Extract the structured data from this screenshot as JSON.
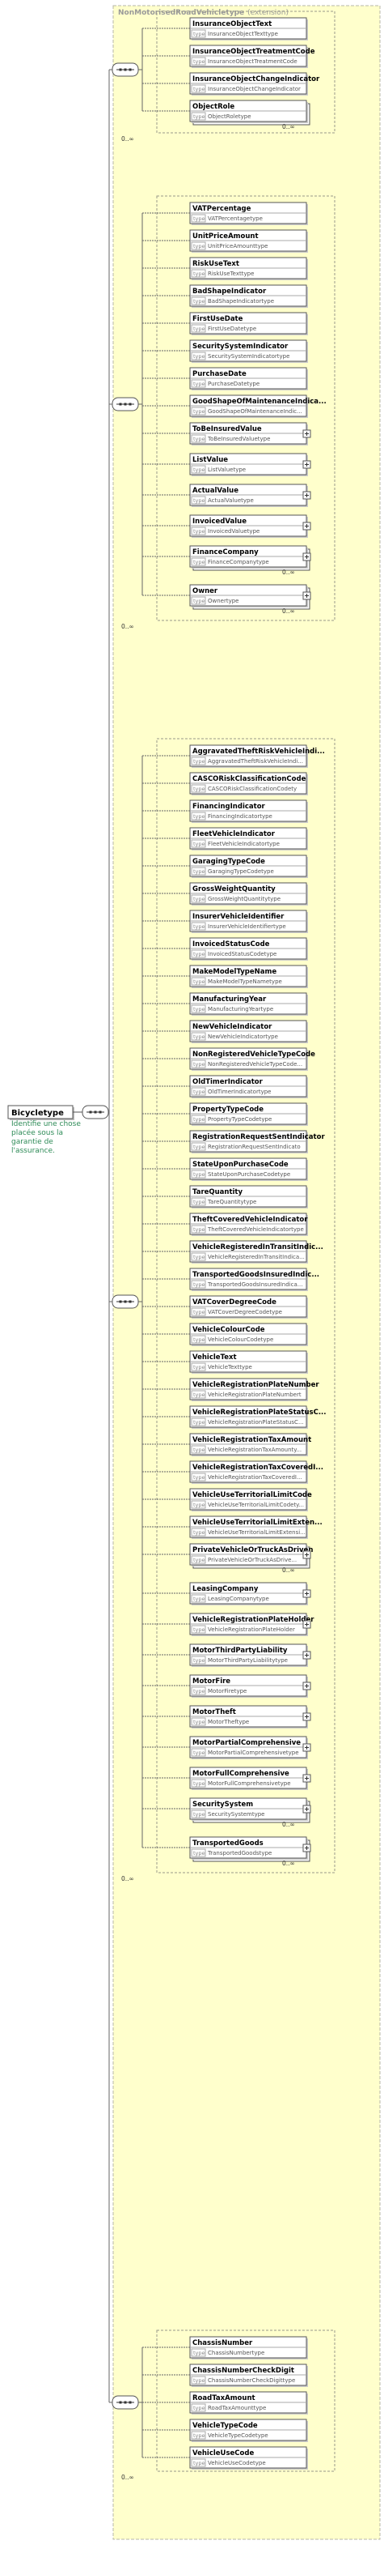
{
  "complex_type": {
    "name": "NonMotorisedRoadVehicletype",
    "suffix": "(extension)"
  },
  "root": {
    "name": "Bicycletype",
    "description": "Identifie une chose placée sous la garantie de l'assurance."
  },
  "type_prefix": "type",
  "cardinality_0_inf": "0..∞",
  "icons": {
    "sequence": "sequence-icon",
    "expand": "expand-plus-icon",
    "attributes": "element-attribute-icon"
  },
  "colors": {
    "group_fill": "#ffffcc",
    "group_border": "#b7b7a7",
    "element_border": "#555555",
    "title_text": "#999999",
    "description_text": "#2e8b57"
  },
  "groups": [
    {
      "elements": [
        {
          "name": "InsuranceObjectText",
          "type": "InsuranceObjectTexttype"
        },
        {
          "name": "InsuranceObjectTreatmentCode",
          "type": "InsuranceObjectTreatmentCode"
        },
        {
          "name": "InsuranceObjectChangeIndicator",
          "type": "InsuranceObjectChangeIndicator"
        },
        {
          "name": "ObjectRole",
          "type": "ObjectRoletype",
          "card": "0..∞"
        }
      ]
    },
    {
      "elements": [
        {
          "name": "VATPercentage",
          "type": "VATPercentagetype"
        },
        {
          "name": "UnitPriceAmount",
          "type": "UnitPriceAmounttype"
        },
        {
          "name": "RiskUseText",
          "type": "RiskUseTexttype"
        },
        {
          "name": "BadShapeIndicator",
          "type": "BadShapeIndicatortype"
        },
        {
          "name": "FirstUseDate",
          "type": "FirstUseDatetype"
        },
        {
          "name": "SecuritySystemIndicator",
          "type": "SecuritySystemIndicatortype"
        },
        {
          "name": "PurchaseDate",
          "type": "PurchaseDatetype"
        },
        {
          "name": "GoodShapeOfMaintenanceIndica...",
          "type": "GoodShapeOfMaintenanceIndic..."
        },
        {
          "name": "ToBeInsuredValue",
          "type": "ToBeInsuredValuetype",
          "plus": true
        },
        {
          "name": "ListValue",
          "type": "ListValuetype",
          "plus": true
        },
        {
          "name": "ActualValue",
          "type": "ActualValuetype",
          "plus": true
        },
        {
          "name": "InvoicedValue",
          "type": "InvoicedValuetype",
          "plus": true
        },
        {
          "name": "FinanceCompany",
          "type": "FinanceCompanytype",
          "plus": true,
          "card": "0..∞"
        },
        {
          "name": "Owner",
          "type": "Ownertype",
          "plus": true,
          "card": "0..∞"
        }
      ]
    },
    {
      "elements": [
        {
          "name": "AggravatedTheftRiskVehicleIndi...",
          "type": "AggravatedTheftRiskVehicleIndi..."
        },
        {
          "name": "CASCORiskClassificationCode",
          "type": "CASCORiskClassificationCodety"
        },
        {
          "name": "FinancingIndicator",
          "type": "FinancingIndicatortype"
        },
        {
          "name": "FleetVehicleIndicator",
          "type": "FleetVehicleIndicatortype"
        },
        {
          "name": "GaragingTypeCode",
          "type": "GaragingTypeCodetype"
        },
        {
          "name": "GrossWeightQuantity",
          "type": "GrossWeightQuantitytype"
        },
        {
          "name": "InsurerVehicleIdentifier",
          "type": "InsurerVehicleIdentifiertype"
        },
        {
          "name": "InvoicedStatusCode",
          "type": "InvoicedStatusCodetype"
        },
        {
          "name": "MakeModelTypeName",
          "type": "MakeModelTypeNametype"
        },
        {
          "name": "ManufacturingYear",
          "type": "ManufacturingYeartype"
        },
        {
          "name": "NewVehicleIndicator",
          "type": "NewVehicleIndicatortype"
        },
        {
          "name": "NonRegisteredVehicleTypeCode",
          "type": "NonRegisteredVehicleTypeCode..."
        },
        {
          "name": "OldTimerIndicator",
          "type": "OldTimerIndicatortype"
        },
        {
          "name": "PropertyTypeCode",
          "type": "PropertyTypeCodetype"
        },
        {
          "name": "RegistrationRequestSentIndicator",
          "type": "RegistrationRequestSentIndicato"
        },
        {
          "name": "StateUponPurchaseCode",
          "type": "StateUponPurchaseCodetype"
        },
        {
          "name": "TareQuantity",
          "type": "TareQuantitytype"
        },
        {
          "name": "TheftCoveredVehicleIndicator",
          "type": "TheftCoveredVehicleIndicatortype"
        },
        {
          "name": "VehicleRegisteredInTransitIndic...",
          "type": "VehicleRegisteredInTransitIndica..."
        },
        {
          "name": "TransportedGoodsInsuredIndic...",
          "type": "TransportedGoodsInsuredIndica..."
        },
        {
          "name": "VATCoverDegreeCode",
          "type": "VATCoverDegreeCodetype"
        },
        {
          "name": "VehicleColourCode",
          "type": "VehicleColourCodetype"
        },
        {
          "name": "VehicleText",
          "type": "VehicleTexttype"
        },
        {
          "name": "VehicleRegistrationPlateNumber",
          "type": "VehicleRegistrationPlateNumbert"
        },
        {
          "name": "VehicleRegistrationPlateStatusC...",
          "type": "VehicleRegistrationPlateStatusC..."
        },
        {
          "name": "VehicleRegistrationTaxAmount",
          "type": "VehicleRegistrationTaxAmounty..."
        },
        {
          "name": "VehicleRegistrationTaxCoveredI...",
          "type": "VehicleRegistrationTaxCoveredI..."
        },
        {
          "name": "VehicleUseTerritorialLimitCode",
          "type": "VehicleUseTerritorialLimitCodety..."
        },
        {
          "name": "VehicleUseTerritorialLimitExten...",
          "type": "VehicleUseTerritorialLimitExtensi..."
        },
        {
          "name": "PrivateVehicleOrTruckAsDriven",
          "type": "PrivateVehicleOrTruckAsDrive...",
          "plus": true,
          "card": "0..∞"
        },
        {
          "name": "LeasingCompany",
          "type": "LeasingCompanytype",
          "plus": true
        },
        {
          "name": "VehicleRegistrationPlateHolder",
          "type": "VehicleRegistrationPlateHolder",
          "plus": true
        },
        {
          "name": "MotorThirdPartyLiability",
          "type": "MotorThirdPartyLiabilitytype",
          "plus": true
        },
        {
          "name": "MotorFire",
          "type": "MotorFiretype",
          "plus": true
        },
        {
          "name": "MotorTheft",
          "type": "MotorTheftype",
          "plus": true
        },
        {
          "name": "MotorPartialComprehensive",
          "type": "MotorPartialComprehensivetype",
          "plus": true
        },
        {
          "name": "MotorFullComprehensive",
          "type": "MotorFullComprehensivetype",
          "plus": true
        },
        {
          "name": "SecuritySystem",
          "type": "SecuritySystemtype",
          "plus": true,
          "card": "0..∞"
        },
        {
          "name": "TransportedGoods",
          "type": "TransportedGoodstype",
          "plus": true,
          "card": "0..∞"
        }
      ]
    },
    {
      "elements": [
        {
          "name": "ChassisNumber",
          "type": "ChassisNumbertype"
        },
        {
          "name": "ChassisNumberCheckDigit",
          "type": "ChassisNumberCheckDigittype"
        },
        {
          "name": "RoadTaxAmount",
          "type": "RoadTaxAmounttype"
        },
        {
          "name": "VehicleTypeCode",
          "type": "VehicleTypeCodetype"
        },
        {
          "name": "VehicleUseCode",
          "type": "VehicleUseCodetype"
        }
      ]
    }
  ]
}
